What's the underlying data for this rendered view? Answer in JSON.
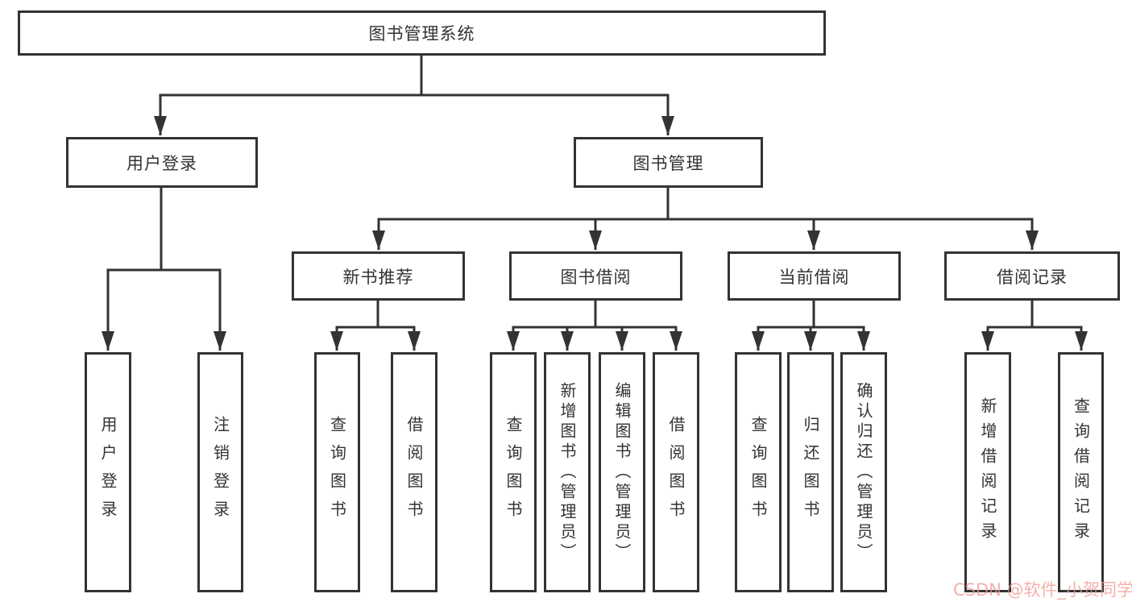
{
  "diagram": {
    "title": "图书管理系统",
    "type": "function-structure-tree",
    "colors": {
      "line": "#333333",
      "box_background": "#ffffff",
      "text": "#333333"
    },
    "nodes": {
      "root": {
        "label": "图书管理系统"
      },
      "user_login": {
        "label": "用户登录"
      },
      "book_mgmt": {
        "label": "图书管理"
      },
      "new_book": {
        "label": "新书推荐"
      },
      "book_borrow": {
        "label": "图书借阅"
      },
      "current_borrow": {
        "label": "当前借阅"
      },
      "borrow_records": {
        "label": "借阅记录"
      },
      "l_user_login": {
        "label": "用户登录"
      },
      "l_logout": {
        "label": "注销登录"
      },
      "l_query_a": {
        "label": "查询图书"
      },
      "l_borrow_a": {
        "label": "借阅图书"
      },
      "l_query_b": {
        "label": "查询图书"
      },
      "l_add_books": {
        "label": "新增图书（管理员）"
      },
      "l_edit_books": {
        "label": "编辑图书（管理员）"
      },
      "l_borrow_b": {
        "label": "借阅图书"
      },
      "l_query_c": {
        "label": "查询图书"
      },
      "l_return_books": {
        "label": "归还图书"
      },
      "l_confirm_return": {
        "label": "确认归还（管理员）"
      },
      "l_add_record": {
        "label": "新增借阅记录"
      },
      "l_query_record": {
        "label": "查询借阅记录"
      }
    },
    "edges": [
      [
        "root",
        "user_login"
      ],
      [
        "root",
        "book_mgmt"
      ],
      [
        "user_login",
        "l_user_login"
      ],
      [
        "user_login",
        "l_logout"
      ],
      [
        "book_mgmt",
        "new_book"
      ],
      [
        "book_mgmt",
        "book_borrow"
      ],
      [
        "book_mgmt",
        "current_borrow"
      ],
      [
        "book_mgmt",
        "borrow_records"
      ],
      [
        "new_book",
        "l_query_a"
      ],
      [
        "new_book",
        "l_borrow_a"
      ],
      [
        "book_borrow",
        "l_query_b"
      ],
      [
        "book_borrow",
        "l_add_books"
      ],
      [
        "book_borrow",
        "l_edit_books"
      ],
      [
        "book_borrow",
        "l_borrow_b"
      ],
      [
        "current_borrow",
        "l_query_c"
      ],
      [
        "current_borrow",
        "l_return_books"
      ],
      [
        "current_borrow",
        "l_confirm_return"
      ],
      [
        "borrow_records",
        "l_add_record"
      ],
      [
        "borrow_records",
        "l_query_record"
      ]
    ]
  },
  "watermark": {
    "text": "CSDN @软件_小贺同学",
    "color": "#f0968f"
  }
}
